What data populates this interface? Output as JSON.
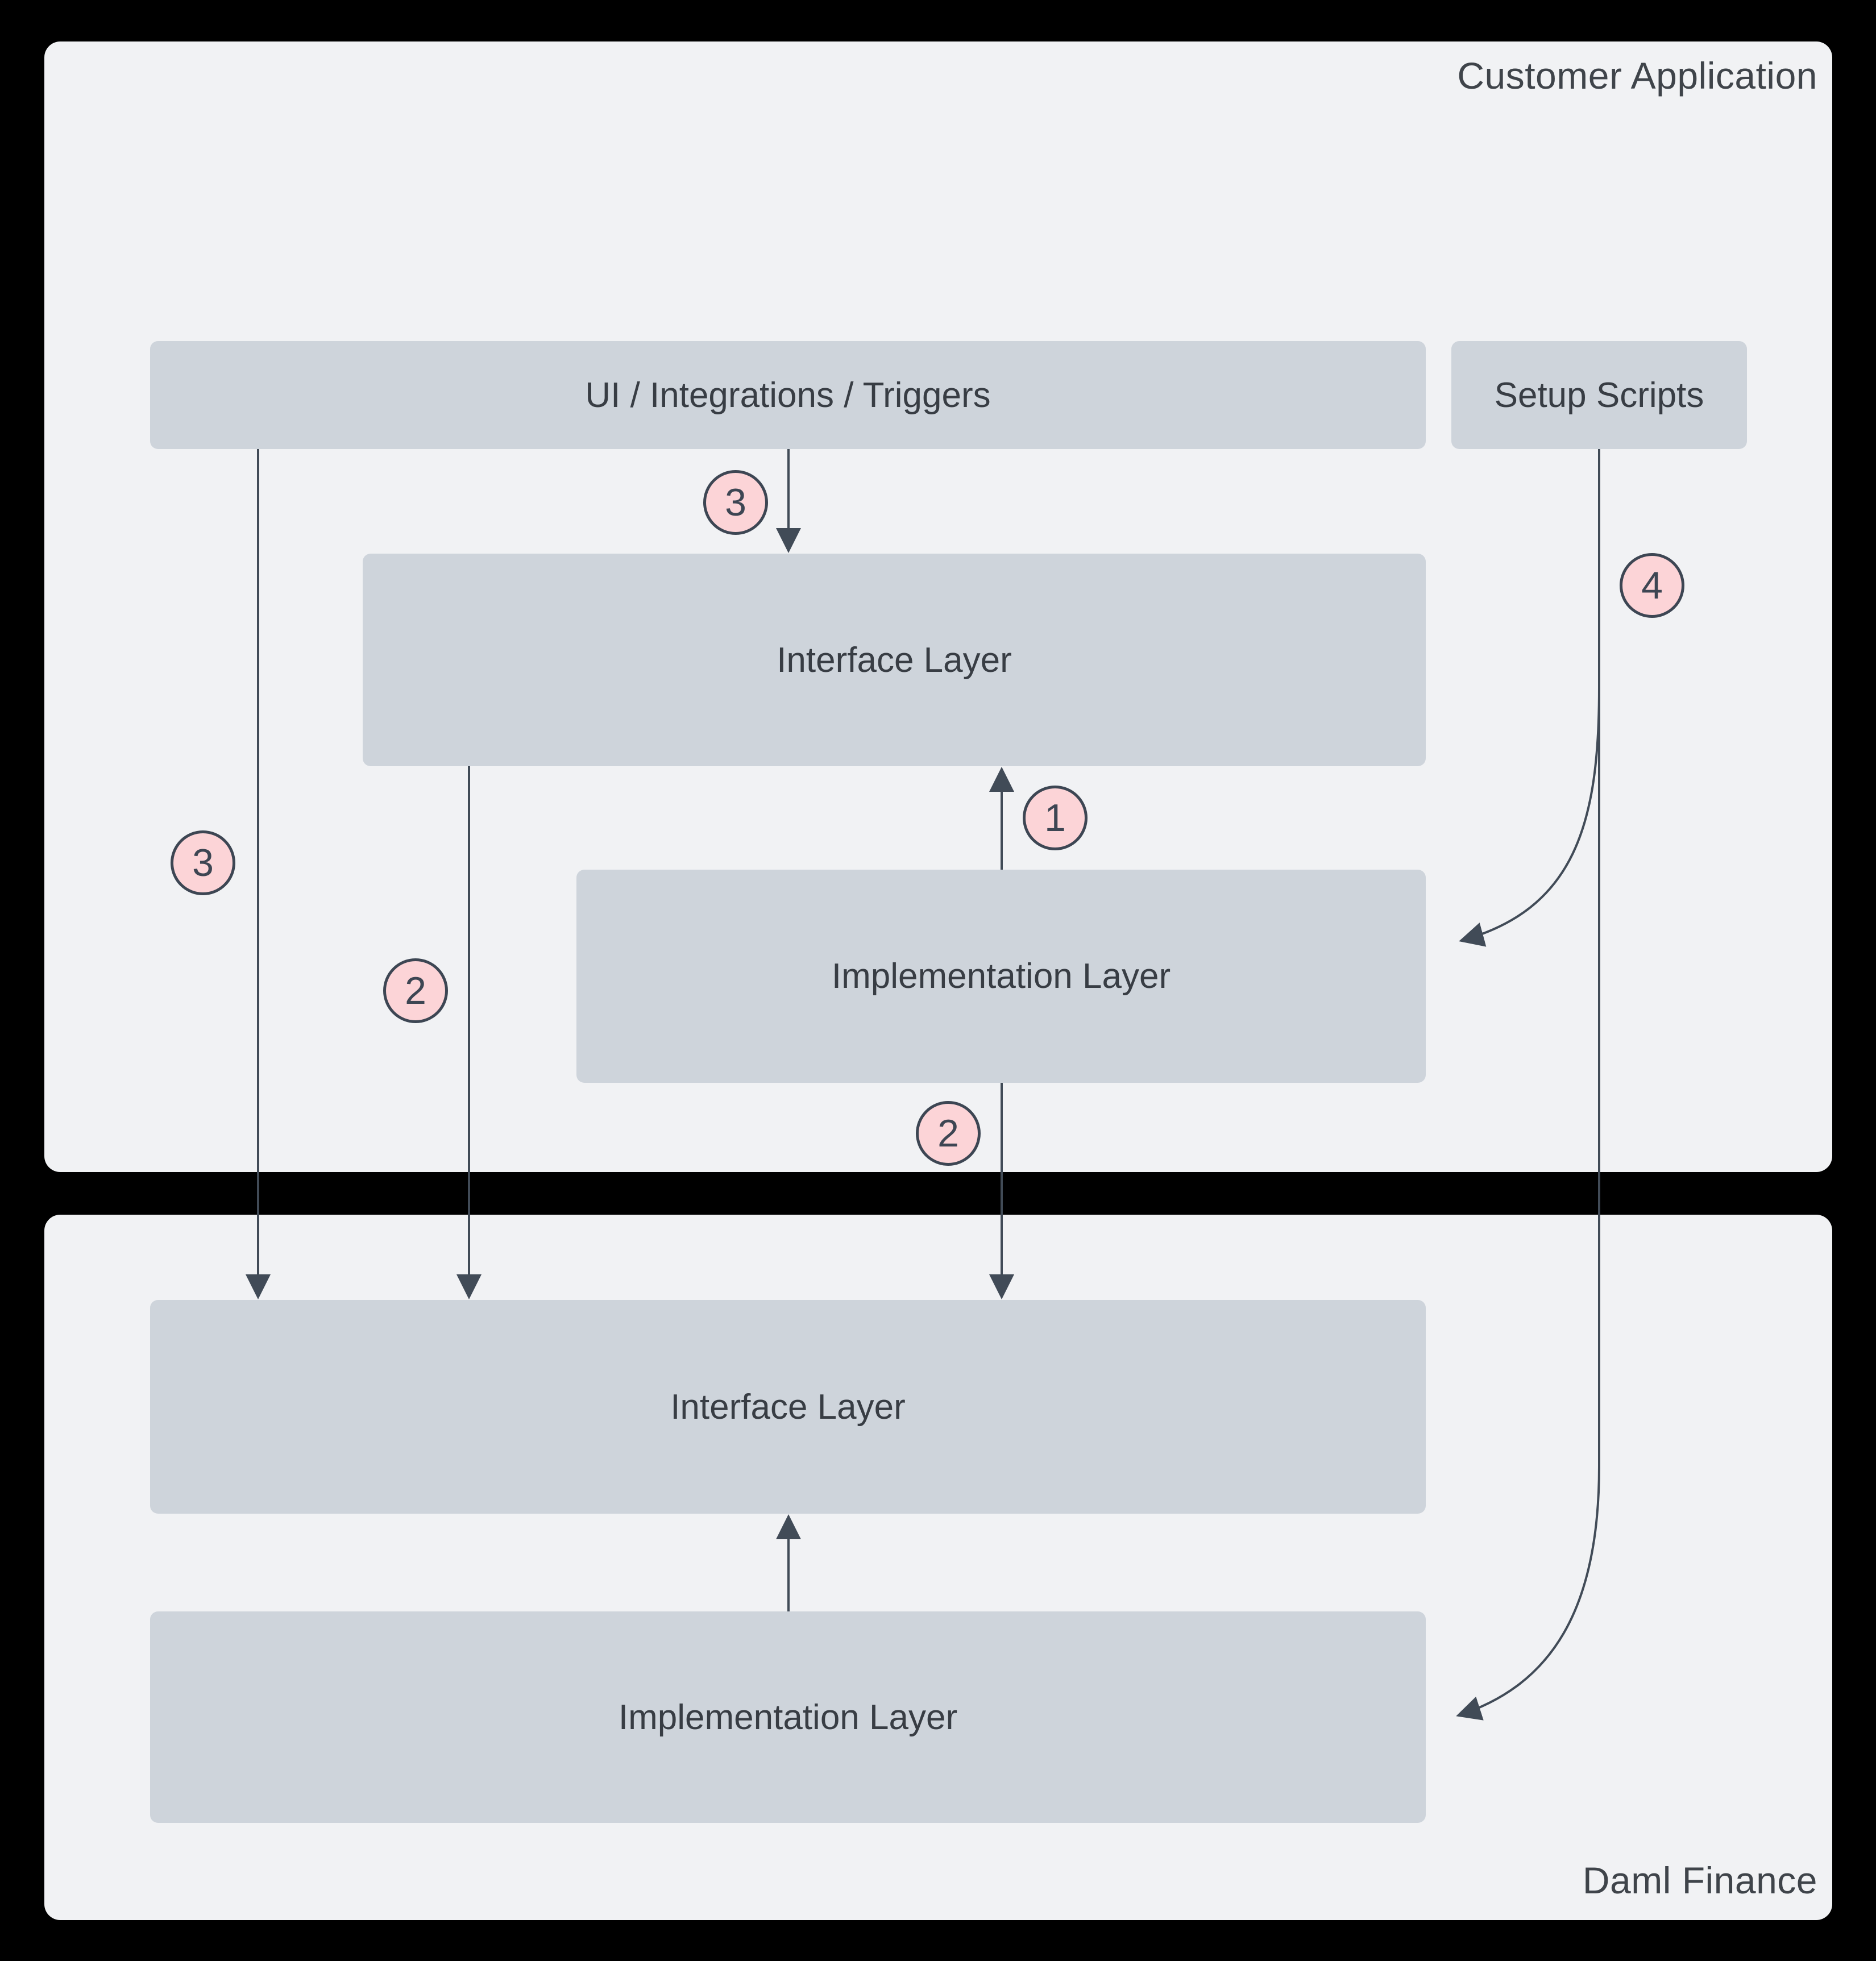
{
  "diagram": {
    "customer_panel": {
      "title": "Customer Application"
    },
    "daml_panel": {
      "title": "Daml Finance"
    }
  },
  "boxes": {
    "ui_integrations_triggers": {
      "label": "UI / Integrations / Triggers"
    },
    "setup_scripts": {
      "label": "Setup Scripts"
    },
    "app_interface_layer": {
      "label": "Interface Layer"
    },
    "app_implementation_layer": {
      "label": "Implementation Layer"
    },
    "daml_interface_layer": {
      "label": "Interface Layer"
    },
    "daml_implementation_layer": {
      "label": "Implementation Layer"
    }
  },
  "badges": [
    {
      "value": "3"
    },
    {
      "value": "1"
    },
    {
      "value": "2"
    },
    {
      "value": "3"
    },
    {
      "value": "4"
    },
    {
      "value": "2"
    }
  ],
  "colors": {
    "background": "#000000",
    "panel_bg": "#f1f2f4",
    "box_bg": "#ced4db",
    "badge_bg": "#fcd4d7",
    "badge_border": "#3d4653",
    "arrow": "#414b57",
    "box_text": "#383d44",
    "panel_title_text": "#3f444a"
  }
}
